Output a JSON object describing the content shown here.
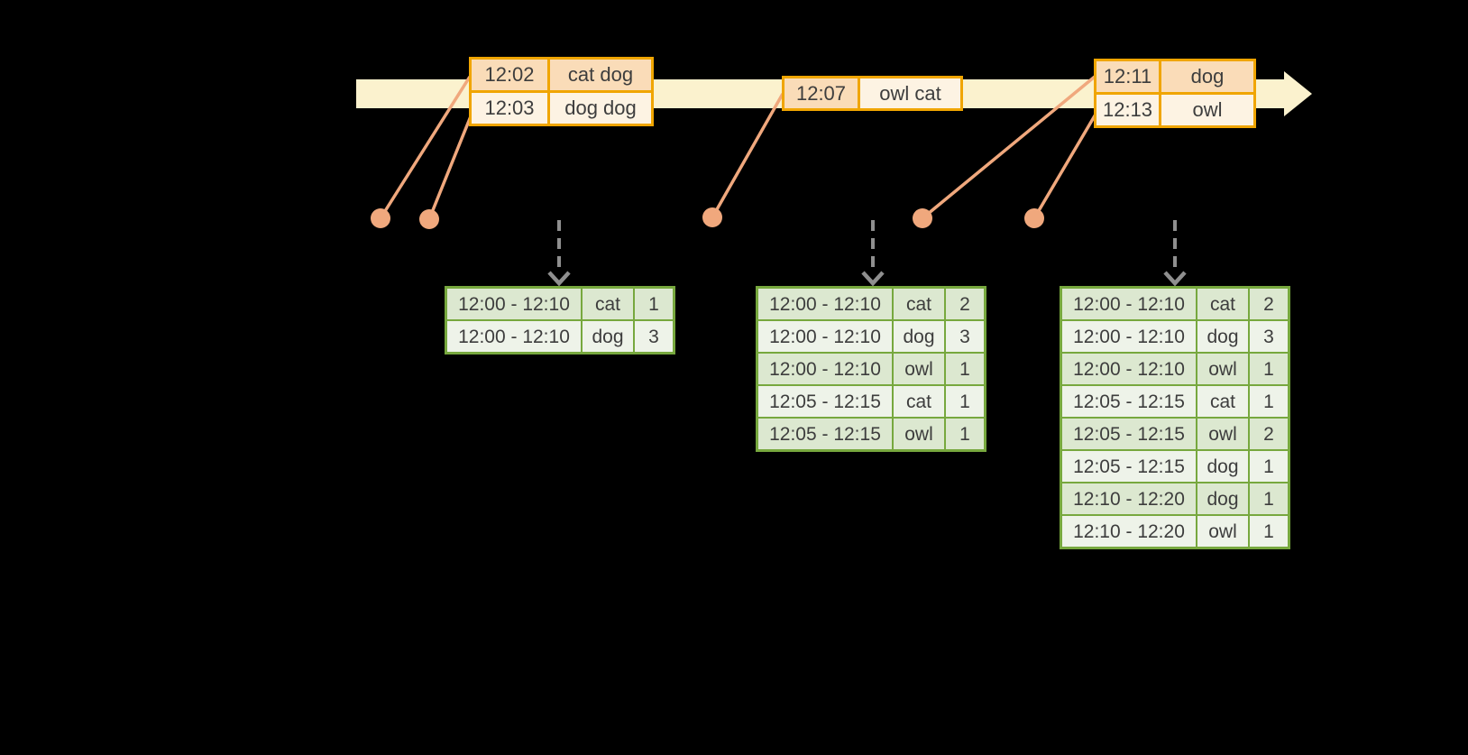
{
  "diagram": {
    "kind": "streaming-windowed-counts-timeline",
    "background": "#000000"
  },
  "colors": {
    "background": "#000000",
    "timeline_fill": "#FBF2CE",
    "event_border": "#F0A500",
    "event_row_dark": "#FADCB8",
    "event_row_light": "#FDF3E3",
    "connector": "#F0A87D",
    "trigger_arrow": "#8F8F8F",
    "result_border": "#77A83E",
    "result_row_dark": "#DCE8D0",
    "result_row_light": "#EEF3E9",
    "text": "#3D3D3D"
  },
  "timeline": {
    "event_marks": [
      "12:02",
      "12:03",
      "12:07",
      "12:11",
      "12:13"
    ]
  },
  "event_tables": [
    {
      "name": "events-batch-1",
      "rows": [
        {
          "time": "12:02",
          "words": "cat dog"
        },
        {
          "time": "12:03",
          "words": "dog dog"
        }
      ]
    },
    {
      "name": "events-batch-2",
      "rows": [
        {
          "time": "12:07",
          "words": "owl cat"
        }
      ]
    },
    {
      "name": "events-batch-3",
      "rows": [
        {
          "time": "12:11",
          "words": "dog"
        },
        {
          "time": "12:13",
          "words": "owl"
        }
      ]
    }
  ],
  "result_tables": [
    {
      "name": "result-table-1",
      "rows": [
        {
          "window": "12:00 - 12:10",
          "word": "cat",
          "count": "1"
        },
        {
          "window": "12:00 - 12:10",
          "word": "dog",
          "count": "3"
        }
      ]
    },
    {
      "name": "result-table-2",
      "rows": [
        {
          "window": "12:00 - 12:10",
          "word": "cat",
          "count": "2"
        },
        {
          "window": "12:00 - 12:10",
          "word": "dog",
          "count": "3"
        },
        {
          "window": "12:00 - 12:10",
          "word": "owl",
          "count": "1"
        },
        {
          "window": "12:05 - 12:15",
          "word": "cat",
          "count": "1"
        },
        {
          "window": "12:05 - 12:15",
          "word": "owl",
          "count": "1"
        }
      ]
    },
    {
      "name": "result-table-3",
      "rows": [
        {
          "window": "12:00 - 12:10",
          "word": "cat",
          "count": "2"
        },
        {
          "window": "12:00 - 12:10",
          "word": "dog",
          "count": "3"
        },
        {
          "window": "12:00 - 12:10",
          "word": "owl",
          "count": "1"
        },
        {
          "window": "12:05 - 12:15",
          "word": "cat",
          "count": "1"
        },
        {
          "window": "12:05 - 12:15",
          "word": "owl",
          "count": "2"
        },
        {
          "window": "12:05 - 12:15",
          "word": "dog",
          "count": "1"
        },
        {
          "window": "12:10 - 12:20",
          "word": "dog",
          "count": "1"
        },
        {
          "window": "12:10 - 12:20",
          "word": "owl",
          "count": "1"
        }
      ]
    }
  ]
}
